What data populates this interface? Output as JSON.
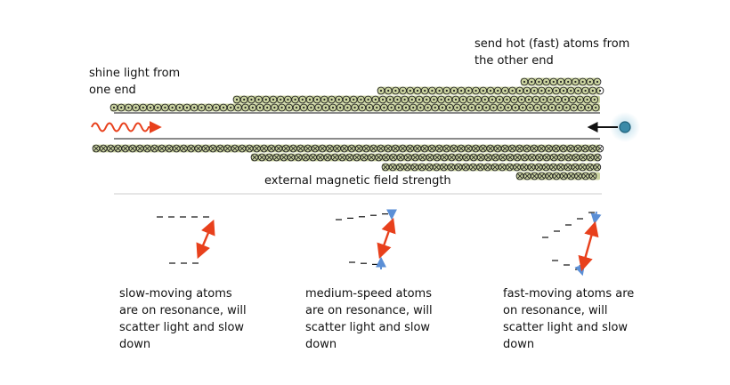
{
  "labels": {
    "shine_light": [
      "shine light from",
      "one end"
    ],
    "send_atoms": [
      "send hot (fast) atoms from",
      "the other end"
    ],
    "field_axis": "external magnetic field strength"
  },
  "panels": [
    {
      "caption": [
        "slow-moving atoms",
        "are on resonance, will",
        "scatter light and slow",
        "down"
      ]
    },
    {
      "caption": [
        "medium-speed atoms",
        "are on resonance, will",
        "scatter light and slow",
        "down"
      ]
    },
    {
      "caption": [
        "fast-moving atoms are",
        "on resonance, will",
        "scatter light and slow",
        "down"
      ]
    }
  ],
  "colors": {
    "coil_fill": "#c2cc8f",
    "coil_stroke": "#222222",
    "laser": "#e8401c",
    "transition_arrow": "#e8401c",
    "zeeman_shift_arrow": "#5b8fd6",
    "atom": "#3a8aa8",
    "atom_glow": "#b8dcea"
  }
}
